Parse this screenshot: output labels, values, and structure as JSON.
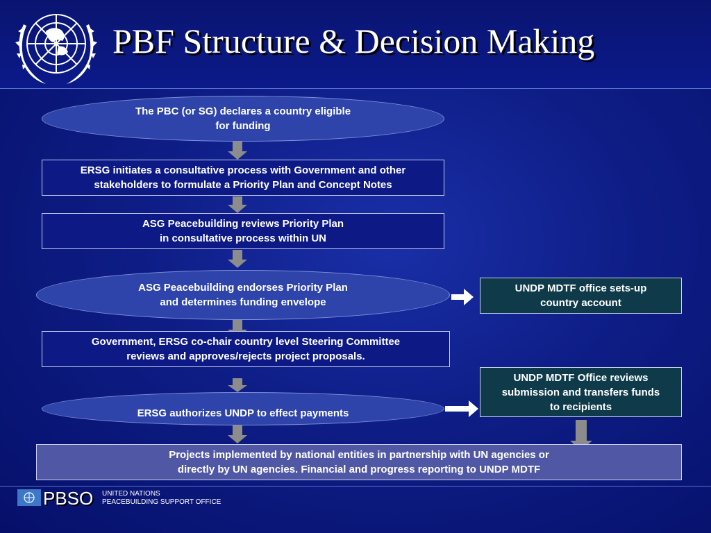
{
  "slide": {
    "title": "PBF Structure & Decision Making"
  },
  "flow": {
    "step1": "The PBC (or SG) declares a country eligible",
    "step1b": "for funding",
    "step2": "ERSG initiates a consultative process with Government and other",
    "step2b": "stakeholders to formulate a Priority Plan and Concept Notes",
    "step3": "ASG Peacebuilding reviews Priority Plan",
    "step3b": "in consultative process within UN",
    "step4": "ASG Peacebuilding endorses Priority Plan",
    "step4b": "and determines funding envelope",
    "step5": "Government, ERSG co-chair country level Steering Committee",
    "step5b": "reviews and approves/rejects project proposals.",
    "step6": "ERSG authorizes UNDP to effect payments",
    "step7": "Projects implemented by national entities in partnership with UN agencies or",
    "step7b": "directly by UN agencies. Financial and progress reporting to UNDP MDTF",
    "side1": "UNDP MDTF office sets-up",
    "side1b": "country account",
    "side2": "UNDP MDTF Office reviews",
    "side2b": "submission and transfers funds",
    "side2c": "to recipients"
  },
  "footer": {
    "acronym": "PBSO",
    "org_line1": "UNITED NATIONS",
    "org_line2": "PEACEBUILDING SUPPORT OFFICE"
  }
}
